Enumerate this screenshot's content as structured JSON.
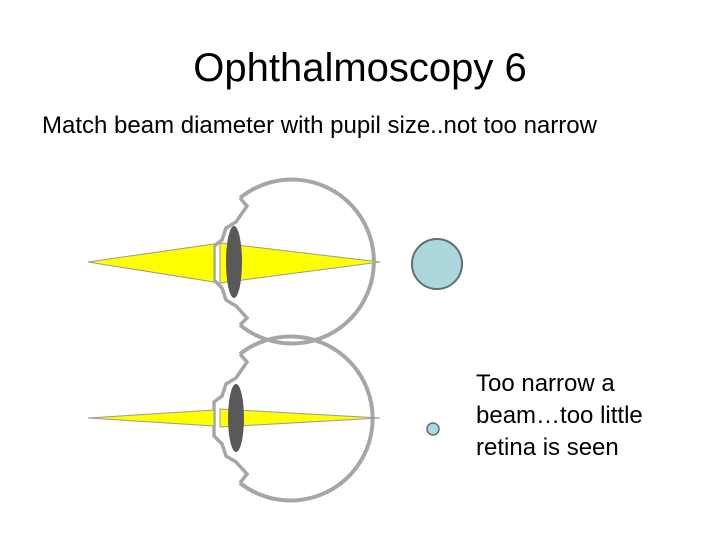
{
  "slide": {
    "title": "Ophthalmoscopy 6",
    "subtitle": "Match beam diameter with pupil size..not too narrow"
  },
  "caption": {
    "lines": [
      "Too narrow a",
      "beam…too little",
      "retina is seen"
    ]
  },
  "colors": {
    "beam": "#ffff00",
    "eye_outline": "#a6a6a6",
    "lens": "#595959",
    "pupil_fill": "#abd8dc",
    "pupil_stroke": "#5f6f72"
  }
}
